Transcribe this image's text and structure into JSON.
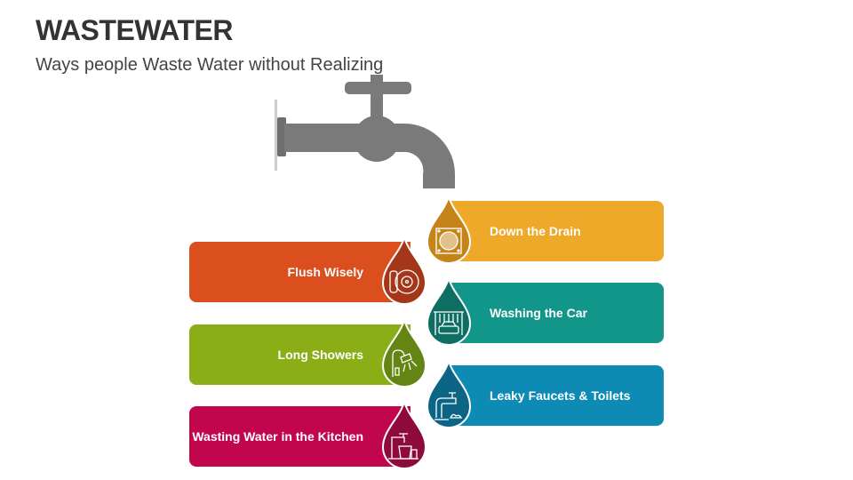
{
  "header": {
    "title": "WASTEWATER",
    "subtitle": "Ways people Waste Water without Realizing"
  },
  "items": [
    {
      "label": "Down the Drain",
      "color": "#EFA928",
      "drop": "#C4841A",
      "icon": "drain-icon"
    },
    {
      "label": "Flush Wisely",
      "color": "#DA4F1D",
      "drop": "#A4361A",
      "icon": "toilet-icon"
    },
    {
      "label": "Washing the Car",
      "color": "#12968A",
      "drop": "#0E6E64",
      "icon": "car-wash-icon"
    },
    {
      "label": "Long Showers",
      "color": "#8BAE16",
      "drop": "#648414",
      "icon": "shower-icon"
    },
    {
      "label": "Leaky Faucets & Toilets",
      "color": "#0E8BB5",
      "drop": "#0C6585",
      "icon": "leaky-faucet-icon"
    },
    {
      "label": "Wasting Water in the Kitchen",
      "color": "#C2064E",
      "drop": "#8E0A3A",
      "icon": "kitchen-sink-icon"
    }
  ]
}
